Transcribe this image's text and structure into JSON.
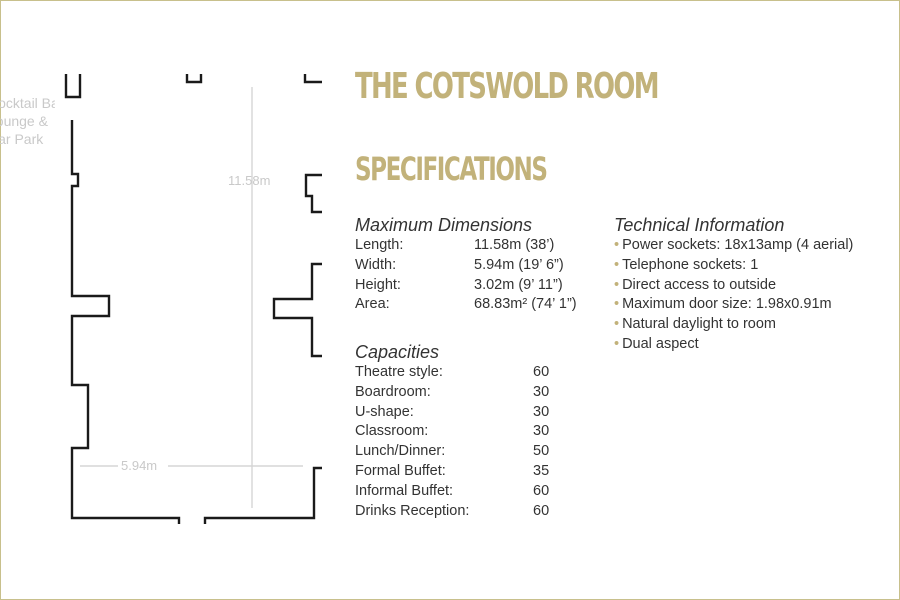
{
  "room_title": "THE COTSWOLD ROOM",
  "specifications_heading": "SPECIFICATIONS",
  "plan": {
    "neighbour_label_lines": [
      "Cocktail Bar",
      "Lounge &",
      "Car Park"
    ],
    "length_label": "11.58m",
    "width_label": "5.94m"
  },
  "dimensions": {
    "heading": "Maximum Dimensions",
    "rows": [
      {
        "label": "Length:",
        "value": "11.58m (38’)"
      },
      {
        "label": "Width:",
        "value": "5.94m (19’ 6”)"
      },
      {
        "label": "Height:",
        "value": "3.02m (9’ 11”)"
      },
      {
        "label": "Area:",
        "value": "68.83m² (74’ 1”)"
      }
    ]
  },
  "capacities": {
    "heading": "Capacities",
    "rows": [
      {
        "label": "Theatre style:",
        "value": "60"
      },
      {
        "label": "Boardroom:",
        "value": "30"
      },
      {
        "label": "U-shape:",
        "value": "30"
      },
      {
        "label": "Classroom:",
        "value": "30"
      },
      {
        "label": "Lunch/Dinner:",
        "value": "50"
      },
      {
        "label": "Formal Buffet:",
        "value": "35"
      },
      {
        "label": "Informal Buffet:",
        "value": "60"
      },
      {
        "label": "Drinks Reception:",
        "value": "60"
      }
    ]
  },
  "technical": {
    "heading": "Technical Information",
    "items": [
      "Power sockets: 18x13amp (4 aerial)",
      "Telephone sockets: 1",
      "Direct access to outside",
      "Maximum door size: 1.98x0.91m",
      "Natural daylight to room",
      "Dual aspect"
    ]
  },
  "colors": {
    "accent_gold": "#c2b27a",
    "text": "#333333",
    "plan_line": "#1a1a1a",
    "dimension_grey": "#c9c9c9",
    "frame": "#c8c08c"
  }
}
